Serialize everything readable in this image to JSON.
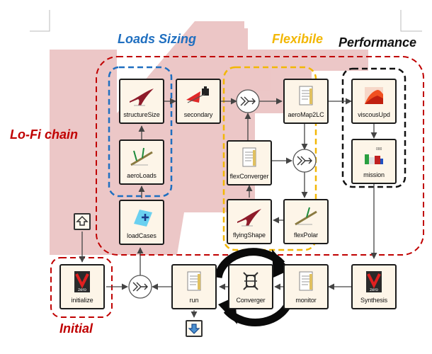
{
  "labels": {
    "loads_sizing": "Loads Sizing",
    "flexible": "Flexibile",
    "performance": "Performance",
    "lofi_chain": "Lo-Fi chain",
    "initial": "Initial"
  },
  "nodes": {
    "structureSize": "structureSize",
    "secondary": "secondary",
    "aeroMap2LC": "aeroMap2LC",
    "viscousUpd": "viscousUpd",
    "aeroLoads": "aeroLoads",
    "flexConverger": "flexConverger",
    "mission": "mission",
    "loadCases": "loadCases",
    "flyingShape": "flyingShape",
    "flexPolar": "flexPolar",
    "initialize": "initialize",
    "run": "run",
    "converger": "Converger",
    "monitor": "monitor",
    "synthesis": "Synthesis"
  },
  "icons": {
    "zero_logo_text": "zero",
    "mission_chart_text": "000"
  },
  "colors": {
    "loads_sizing_blue": "#1f6fc0",
    "flexible_yellow": "#f2b705",
    "performance_black": "#111111",
    "lofi_red": "#c00000",
    "watermark_red": "#e6b4b4",
    "node_fill": "#fdf5e8"
  }
}
